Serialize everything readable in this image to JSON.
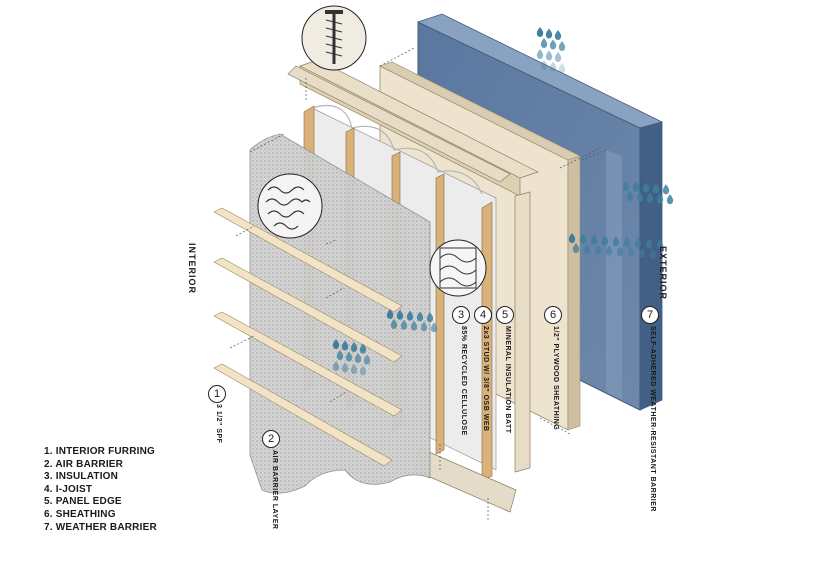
{
  "side_labels": {
    "interior": "INTERIOR",
    "exterior": "EXTERIOR"
  },
  "layers": [
    {
      "number": "1",
      "note": "3 1/2\" SPF"
    },
    {
      "number": "2",
      "note": "AIR BARRIER LAYER"
    },
    {
      "number": "3",
      "note": "85% RECYCLED CELLULOSE"
    },
    {
      "number": "4",
      "note": "2x3 STUD W/ 3/8\" OSB WEB"
    },
    {
      "number": "5",
      "note": "MINERAL INSULATION BATT"
    },
    {
      "number": "6",
      "note": "1/2\" PLYWOOD SHEATHING"
    },
    {
      "number": "7",
      "note": "SELF-ADHERED WEATHER-RESISTANT BARRIER"
    }
  ],
  "legend": [
    "1. INTERIOR FURRING",
    "2. AIR BARRIER",
    "3. INSULATION",
    "4. I-JOIST",
    "5. PANEL EDGE",
    "6. SHEATHING",
    "7. WEATHER BARRIER"
  ],
  "colors": {
    "weather_barrier": "#5e7b9e",
    "plywood": "#eadfcb",
    "osb": "#ddd0b3",
    "stud": "#d8b27a",
    "insulation": "#e9e9e9",
    "air_barrier": "#cfcfcf",
    "water": "#3e7fa0"
  }
}
